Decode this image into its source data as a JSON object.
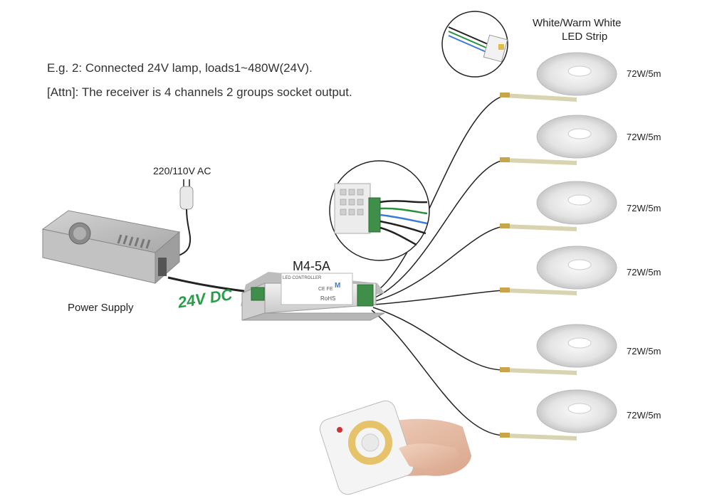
{
  "notes": {
    "line1": "E.g. 2: Connected 24V lamp, loads1~480W(24V).",
    "line2": "[Attn]: The receiver is 4 channels 2 groups socket output."
  },
  "power": {
    "ac_label": "220/110V AC",
    "supply_label": "Power Supply",
    "dc_label": "24V DC"
  },
  "receiver": {
    "model": "M4-5A",
    "sticker_title": "LED CONTROLLER",
    "sticker_brand": "M",
    "sticker_ce": "CE FE",
    "sticker_rohs": "RoHS"
  },
  "strips": {
    "title_line1": "White/Warm White",
    "title_line2": "LED Strip",
    "ratings": [
      "72W/5m",
      "72W/5m",
      "72W/5m",
      "72W/5m",
      "72W/5m",
      "72W/5m"
    ]
  },
  "colors": {
    "dc_green": "#2a9d4b",
    "wire": "#222222",
    "strip_reel": "#e2e2e2",
    "device_body": "#d9d9d9"
  }
}
